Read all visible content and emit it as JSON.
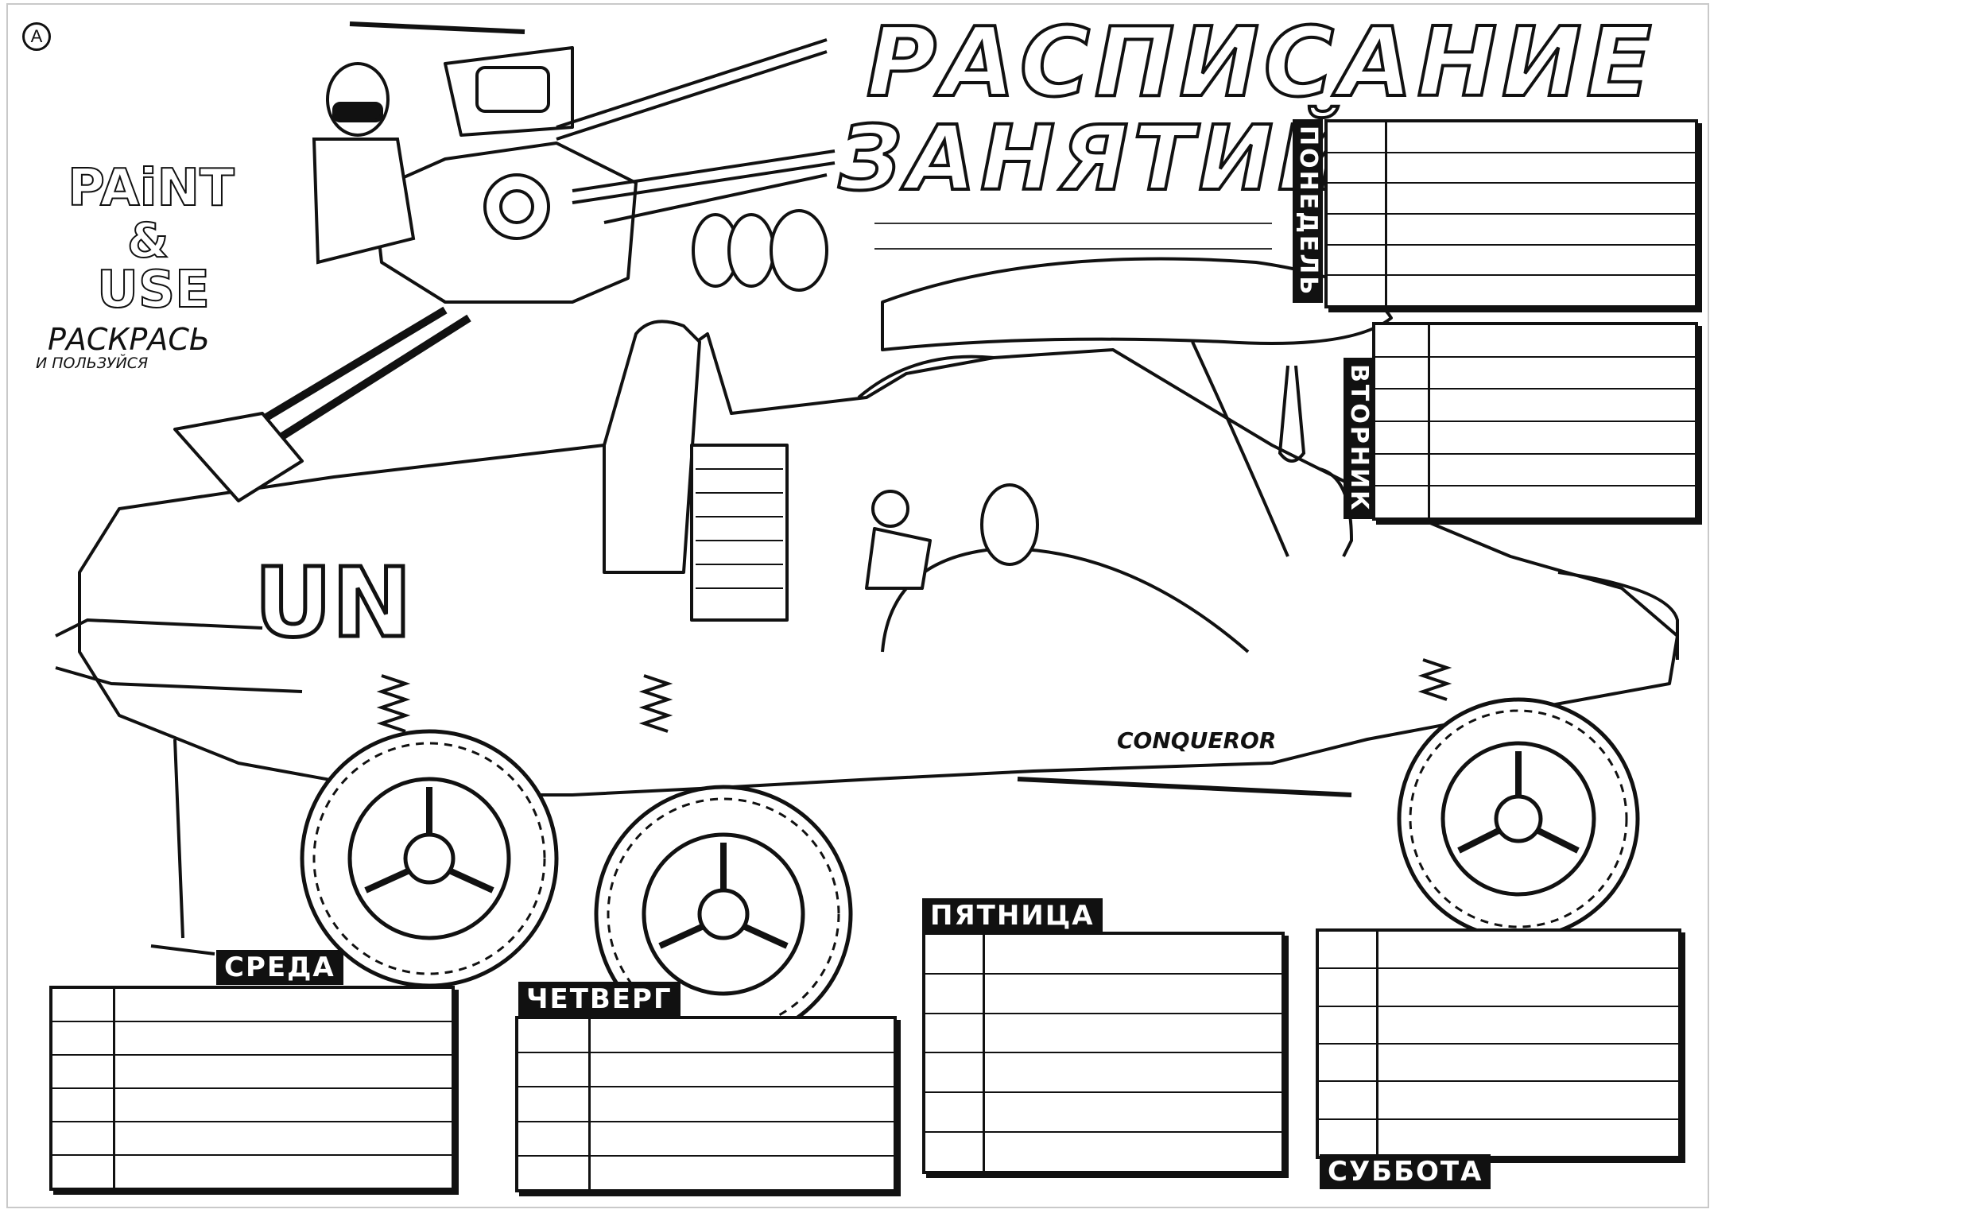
{
  "title": {
    "line1": "РАСПИСАНИЕ",
    "line2": "ЗАНЯТИЙ"
  },
  "brand": {
    "paint": "PAiNT",
    "amp": "&",
    "use": "USE",
    "ru_line1": "РАСКРАСЬ",
    "ru_line2": "И ПОЛЬЗУЙСЯ"
  },
  "vehicle": {
    "side_marking": "UN",
    "model_name": "CONQUEROR"
  },
  "days": {
    "monday": "ПОНЕДЕЛЬ",
    "tuesday": "ВТОРНИК",
    "wednesday": "СРЕДА",
    "thursday": "ЧЕТВЕРГ",
    "friday": "ПЯТНИЦА",
    "saturday": "СУББОТА"
  },
  "colors": {
    "ink": "#111111",
    "paper": "#ffffff"
  },
  "icons": [
    "circle-a-logo-icon",
    "armored-vehicle-illustration",
    "turret-gun-illustration",
    "soldier-illustration"
  ]
}
